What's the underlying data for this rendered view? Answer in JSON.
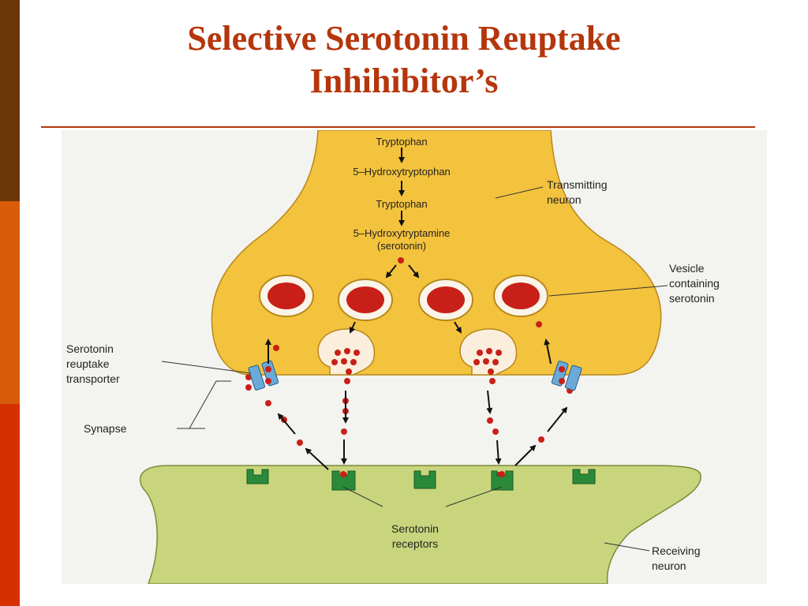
{
  "colors": {
    "title": "#b5360c",
    "rule": "#b5360c",
    "bar_top": "#6b3608",
    "bar_middle": "#d85c0a",
    "bar_bottom": "#d53000",
    "transmitting_fill": "#f3c33d",
    "receiving_fill": "#c8d57c",
    "serotonin": "#c82018",
    "receptor": "#2a8a3a",
    "transporter": "#6aaad8"
  },
  "title": {
    "line1": "Selective Serotonin Reuptake",
    "line2": "Inhihibitor’s"
  },
  "diagram": {
    "pathway": {
      "step1": "Tryptophan",
      "step2": "5–Hydroxytryptophan",
      "step3": "Tryptophan",
      "step4": "5–Hydroxytryptamine",
      "step5": "(serotonin)"
    },
    "labels": {
      "transmitting_l1": "Transmitting",
      "transmitting_l2": "neuron",
      "vesicle_l1": "Vesicle",
      "vesicle_l2": "containing",
      "vesicle_l3": "serotonin",
      "transporter_l1": "Serotonin",
      "transporter_l2": "reuptake",
      "transporter_l3": "transporter",
      "synapse": "Synapse",
      "receptors_l1": "Serotonin",
      "receptors_l2": "receptors",
      "receiving_l1": "Receiving",
      "receiving_l2": "neuron"
    }
  }
}
